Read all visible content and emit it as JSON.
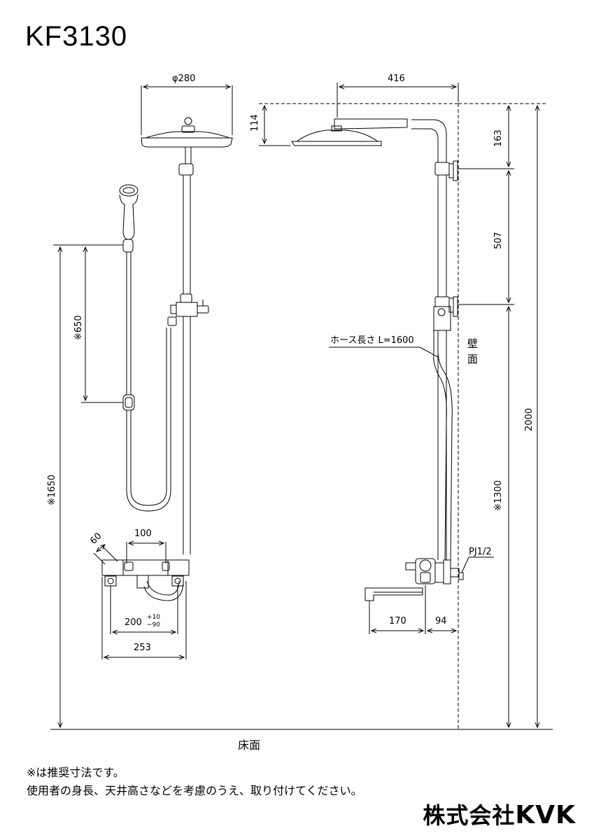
{
  "model": "KF3130",
  "dims": {
    "diameter": "φ280",
    "reach": "416",
    "head_height": "114",
    "d163": "163",
    "d507": "507",
    "d650": "※650",
    "d1650": "※1650",
    "d2000": "2000",
    "d1300": "※1300",
    "d100": "100",
    "d60": "60",
    "d200": "200",
    "d200_plus": "+10",
    "d200_minus": "−90",
    "d253": "253",
    "d170": "170",
    "d94": "94",
    "pj": "PJ1/2",
    "hose": "ホース長さ L=1600"
  },
  "labels": {
    "wall": "壁面",
    "floor": "床面"
  },
  "notes": [
    "※は推奨寸法です。",
    "使用者の身長、天井高さなどを考慮のうえ、取り付けてください。"
  ],
  "brand": {
    "company": "株式会社",
    "logo": "KVK"
  }
}
